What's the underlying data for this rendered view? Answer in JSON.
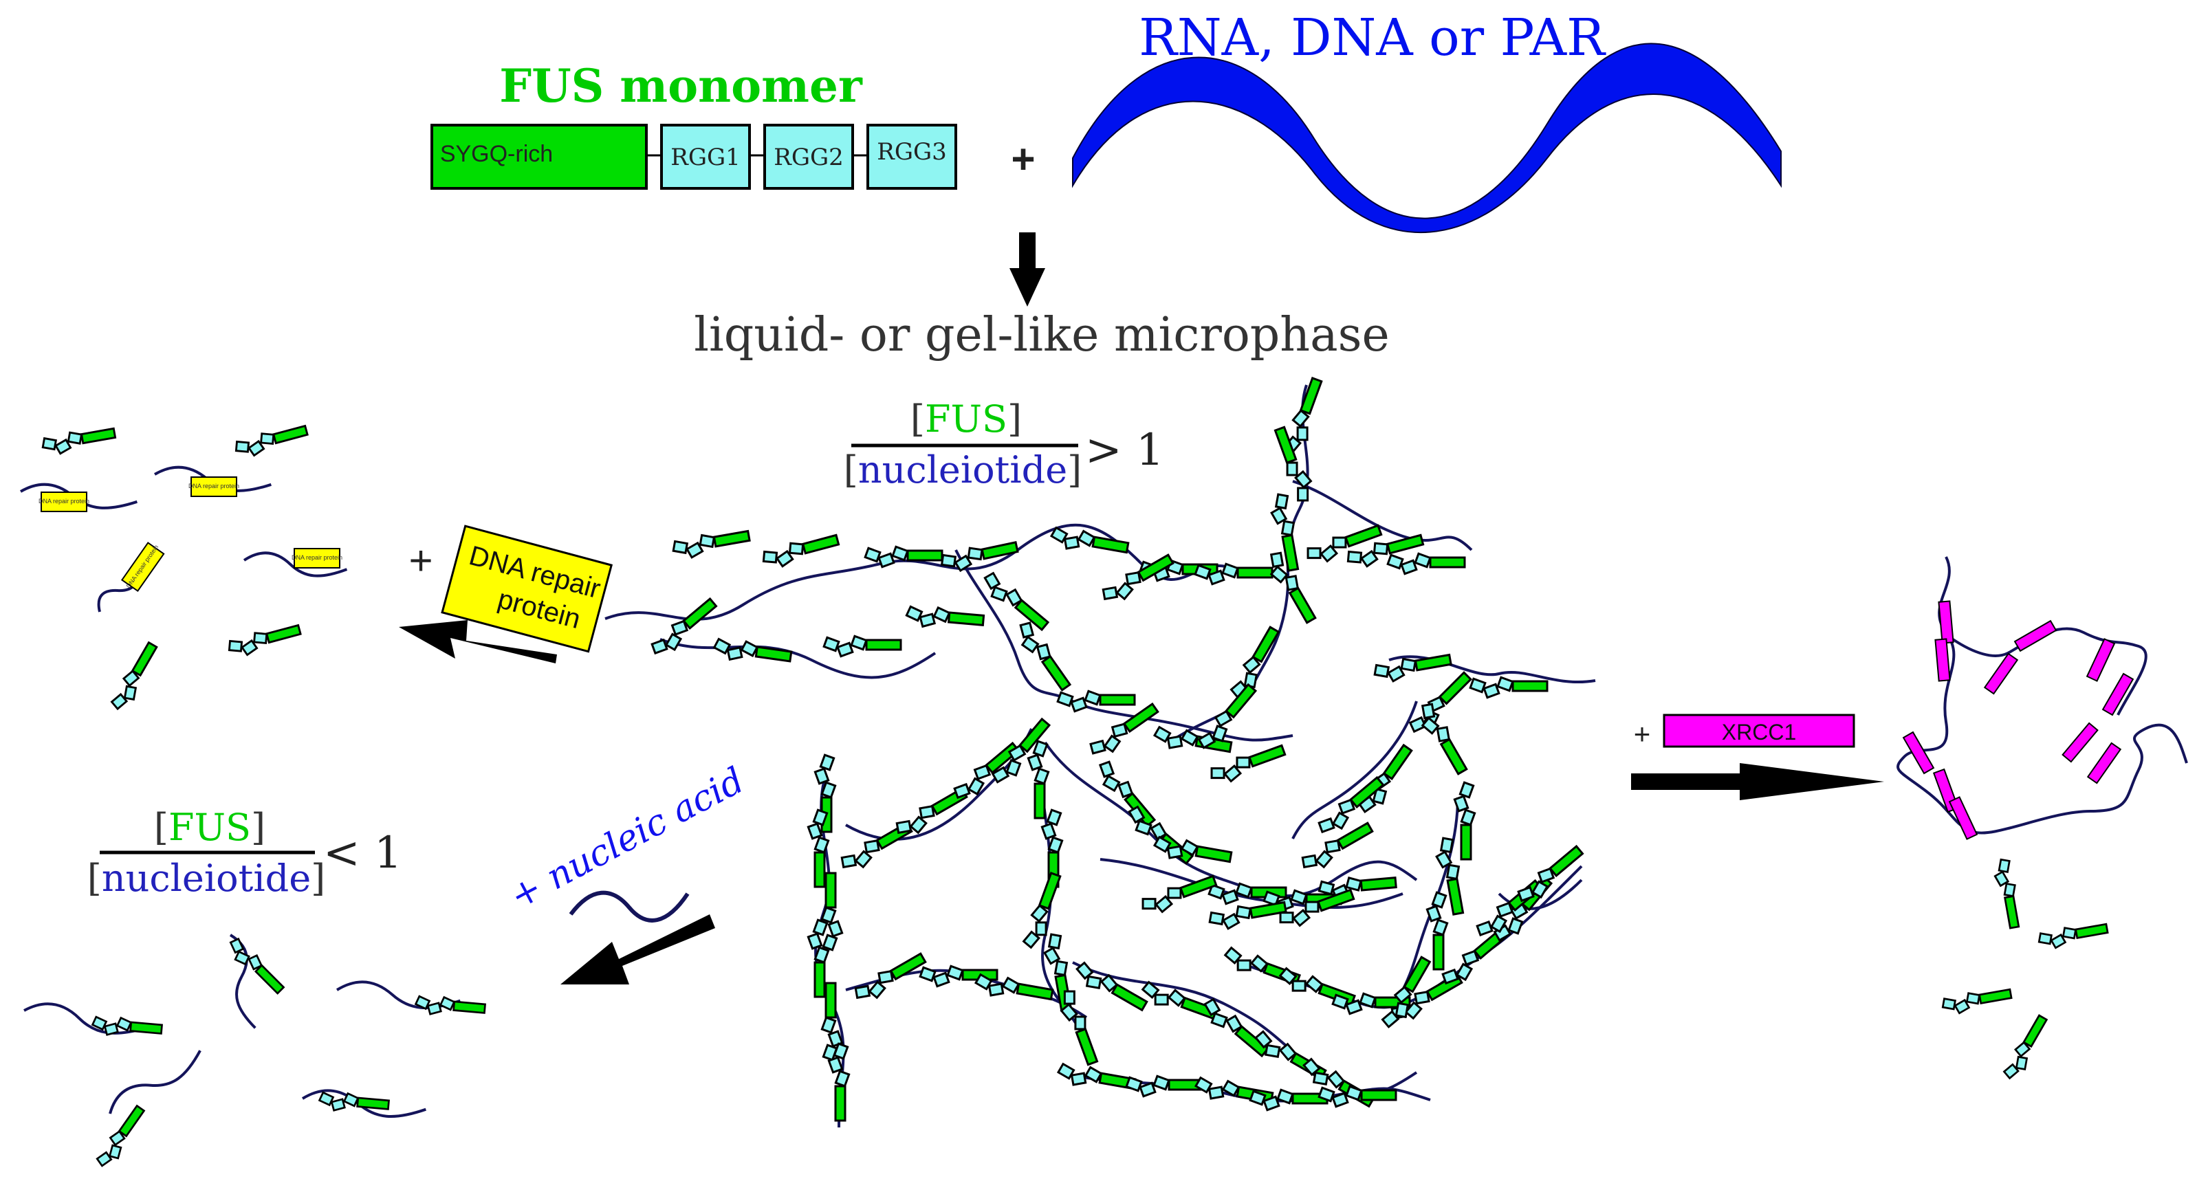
{
  "colors": {
    "fus_green": "#00dd00",
    "rgg_cyan": "#8ff5f2",
    "nucleic_blue": "#0011ee",
    "chain_navy": "#14145a",
    "dna_repair_yellow": "#ffff00",
    "xrcc1_magenta": "#ff00ff",
    "text_dark": "#333333"
  },
  "header": {
    "fus_title": "FUS monomer",
    "nucleic_title": "RNA, DNA or PAR",
    "plus": "+"
  },
  "monomer": {
    "domains": [
      {
        "label": "SYGQ-rich",
        "color": "#00dd00"
      },
      {
        "label": "RGG1",
        "color": "#8ff5f2"
      },
      {
        "label": "RGG2",
        "color": "#8ff5f2"
      },
      {
        "label": "RGG3",
        "color": "#8ff5f2"
      }
    ]
  },
  "microphase": {
    "label": "liquid- or gel-like microphase",
    "ratio_high": {
      "numerator_open": "[",
      "numerator": "FUS",
      "numerator_close": "]",
      "denominator_open": "[",
      "denominator": "nucleiotide",
      "denominator_close": "]",
      "relation": "> 1"
    }
  },
  "branches": {
    "dna_repair": {
      "plus": "+",
      "label_line1": "DNA repair",
      "label_line2": "protein",
      "mini_label": "DNA repair protein"
    },
    "nucleic_acid": {
      "label": "+ nucleic acid",
      "ratio_low": {
        "numerator_open": "[",
        "numerator": "FUS",
        "numerator_close": "]",
        "denominator_open": "[",
        "denominator": "nucleiotide",
        "denominator_close": "]",
        "relation": "< 1"
      }
    },
    "xrcc1": {
      "plus": "+",
      "label": "XRCC1"
    }
  }
}
